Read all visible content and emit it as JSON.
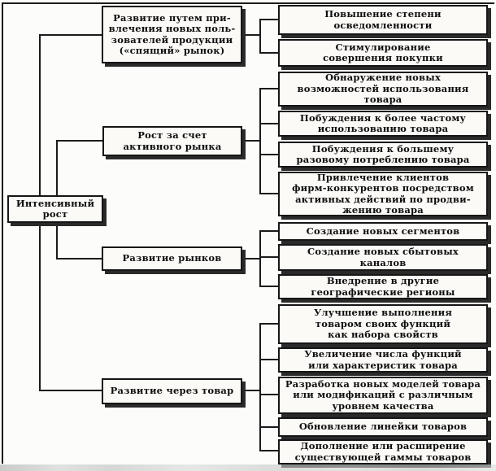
{
  "diagram": {
    "title_implicit": "Интенсивный рост",
    "root": {
      "label": "Интенсивный\nрост"
    },
    "branches": [
      {
        "label": "Развитие путем при-\nвлечения новых поль-\nзователей продукции\n(«спящий» рынок)",
        "children": [
          "Повышение степени\nосведомленности",
          "Стимулирование\nсовершения покупки"
        ]
      },
      {
        "label": "Рост за счет\nактивного рынка",
        "children": [
          "Обнаружение новых\nвозможностей использования\nтовара",
          "Побуждения к более частому\nиспользованию товара",
          "Побуждения к большему\nразовому потреблению товара",
          "Привлечение клиентов\nфирм-конкурентов посредством\nактивных действий по продви-\nжению товара"
        ]
      },
      {
        "label": "Развитие рынков",
        "children": [
          "Создание новых сегментов",
          "Создание новых сбытовых\nканалов",
          "Внедрение в другие\nгеографические регионы"
        ]
      },
      {
        "label": "Развитие через товар",
        "children": [
          "Улучшение выполнения\nтоваром своих функций\nкак набора свойств",
          "Увеличение числа функций\nили характеристик товара",
          "Разработка новых моделей товара\nили модификаций с различным\nуровнем качества",
          "Обновление линейки товаров",
          "Дополнение или расширение\nсуществующей гаммы товаров"
        ]
      }
    ]
  },
  "colors": {
    "ink": "#1b1b1b",
    "paper": "#fcfcfa",
    "box_fill": "#fbfaf7",
    "box_shadow": "#2a2a2a"
  }
}
